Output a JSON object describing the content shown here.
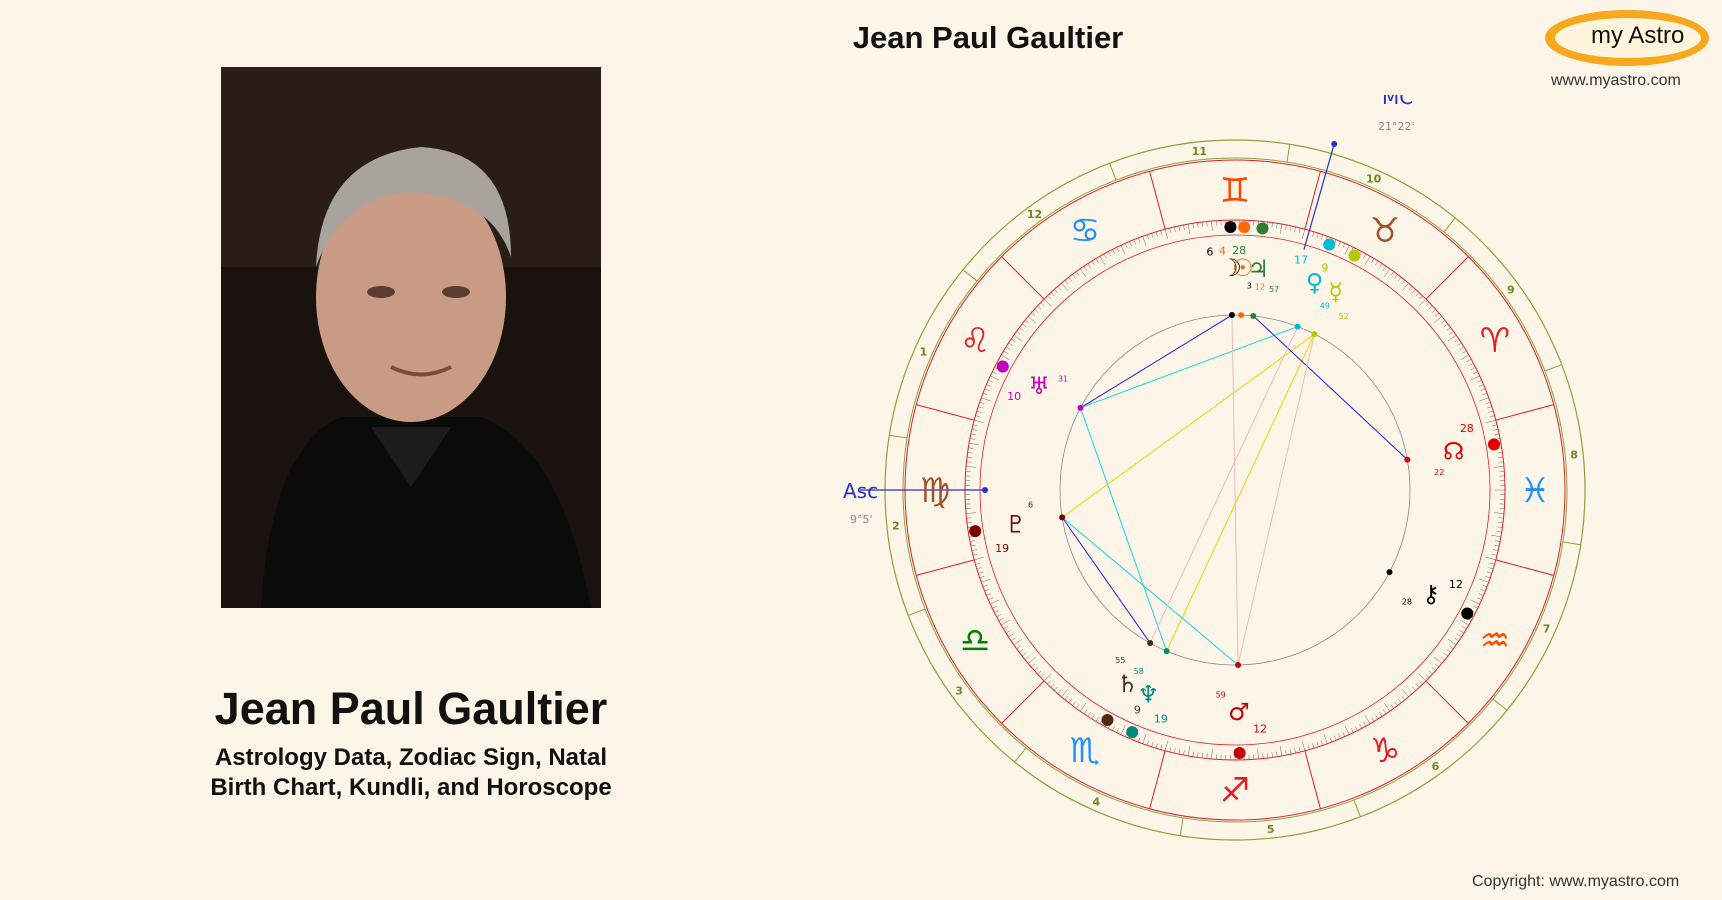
{
  "person": {
    "name": "Jean Paul Gaultier",
    "subtitle_line1": "Astrology Data, Zodiac Sign, Natal",
    "subtitle_line2": "Birth Chart, Kundli, and Horoscope"
  },
  "chart": {
    "title": "Jean Paul Gaultier",
    "mc_label": "MC",
    "mc_degree": "21°22'",
    "asc_label": "Asc",
    "asc_degree": "9°5'"
  },
  "logo": {
    "text": "my Astro",
    "url": "www.myastro.com"
  },
  "footer": {
    "copyright": "Copyright: www.myastro.com"
  },
  "colors": {
    "background": "#fdf6e8",
    "ring_outer": "#8aa23a",
    "ring_red": "#e11d2a",
    "logo_orange": "#f7a81b"
  },
  "signs": [
    {
      "glyph": "♉",
      "color": "#a0522d"
    },
    {
      "glyph": "♈",
      "color": "#e11d2a"
    },
    {
      "glyph": "♓",
      "color": "#1e90ff"
    },
    {
      "glyph": "♒",
      "color": "#ff4500"
    },
    {
      "glyph": "♑",
      "color": "#e11d2a"
    },
    {
      "glyph": "♐",
      "color": "#e11d2a"
    },
    {
      "glyph": "♏",
      "color": "#1e90ff"
    },
    {
      "glyph": "♎",
      "color": "#008000"
    },
    {
      "glyph": "♍",
      "color": "#a0522d"
    },
    {
      "glyph": "♌",
      "color": "#e11d2a"
    },
    {
      "glyph": "♋",
      "color": "#1e90ff"
    },
    {
      "glyph": "♊",
      "color": "#ff4500"
    }
  ],
  "houses": [
    "10",
    "9",
    "8",
    "7",
    "6",
    "5",
    "4",
    "3",
    "2",
    "1",
    "12",
    "11"
  ],
  "planets": [
    {
      "glyph": "☽",
      "degree": "6",
      "minute": "3",
      "color": "#000000"
    },
    {
      "glyph": "☉",
      "degree": "4",
      "minute": "12",
      "color": "#ff6a00"
    },
    {
      "glyph": "♃",
      "degree": "28",
      "minute": "57",
      "color": "#2e7d32"
    },
    {
      "glyph": "♀",
      "degree": "17",
      "minute": "49",
      "color": "#00bcd4"
    },
    {
      "glyph": "☿",
      "degree": "9",
      "minute": "52",
      "color": "#b5c800"
    },
    {
      "glyph": "☊",
      "degree": "28",
      "minute": "22",
      "color": "#e10000"
    },
    {
      "glyph": "⚷",
      "degree": "12",
      "minute": "28",
      "color": "#000000"
    },
    {
      "glyph": "♂",
      "degree": "12",
      "minute": "59",
      "color": "#c40000"
    },
    {
      "glyph": "♆",
      "degree": "19",
      "minute": "58",
      "color": "#00897b"
    },
    {
      "glyph": "♄",
      "degree": "9",
      "minute": "55",
      "color": "#4a2c10"
    },
    {
      "glyph": "♇",
      "degree": "19",
      "minute": "6",
      "color": "#7b0000"
    },
    {
      "glyph": "♅",
      "degree": "10",
      "minute": "31",
      "color": "#c000c0"
    }
  ]
}
